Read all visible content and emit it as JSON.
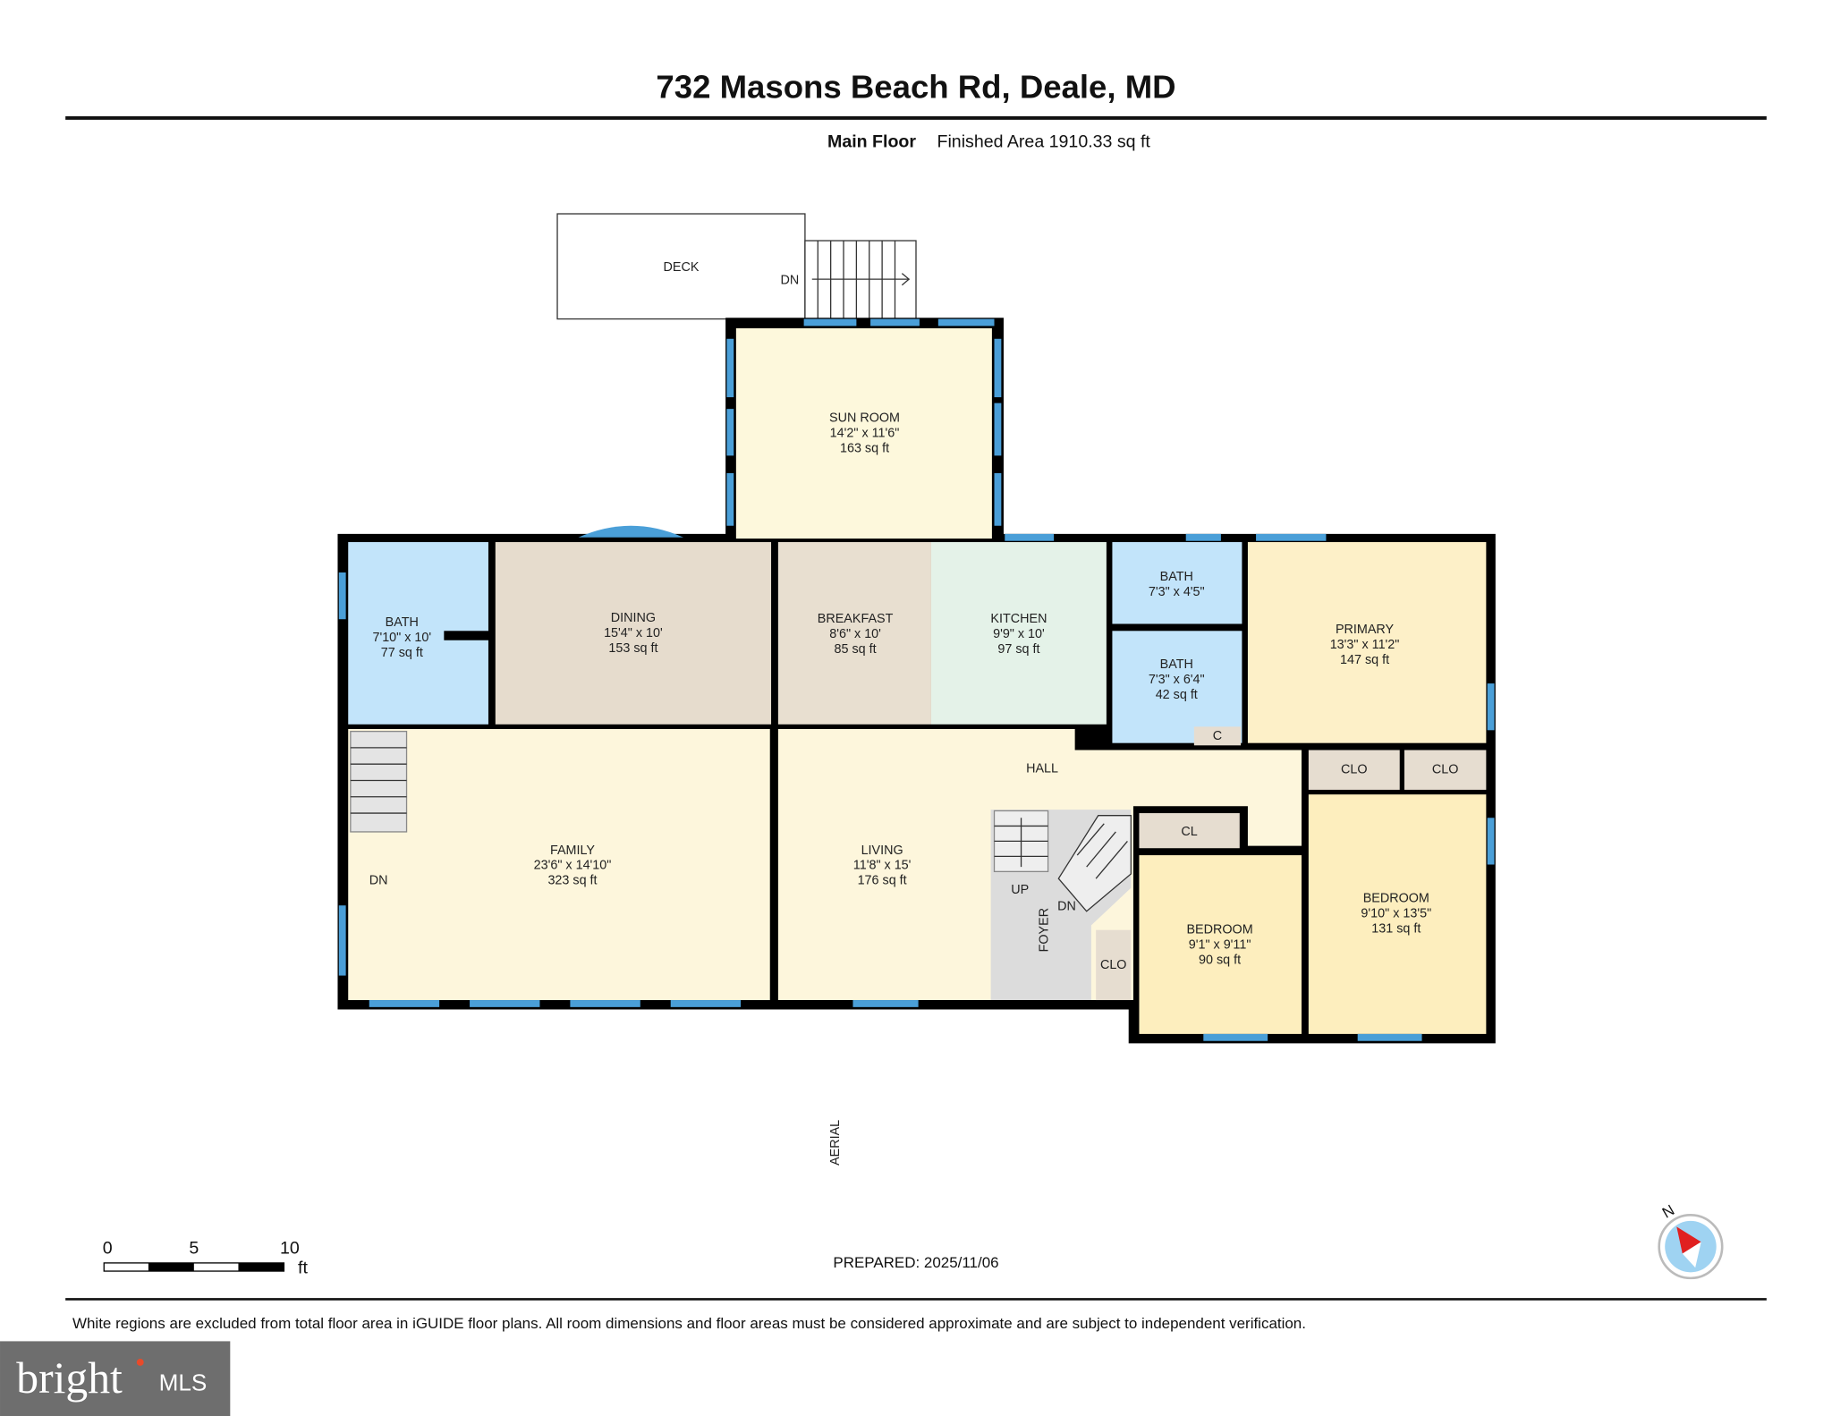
{
  "header": {
    "title": "732 Masons Beach Rd, Deale, MD",
    "floor": "Main Floor",
    "finished_area": "Finished Area 1910.33 sq ft"
  },
  "rooms": {
    "deck": {
      "name": "DECK",
      "stair_label": "DN"
    },
    "sunroom": {
      "name": "SUN ROOM",
      "dims": "14'2\" x 11'6\"",
      "area": "163 sq ft"
    },
    "bath1": {
      "name": "BATH",
      "dims": "7'10\" x 10'",
      "area": "77 sq ft"
    },
    "dining": {
      "name": "DINING",
      "dims": "15'4\" x 10'",
      "area": "153 sq ft"
    },
    "breakfast": {
      "name": "BREAKFAST",
      "dims": "8'6\" x 10'",
      "area": "85 sq ft"
    },
    "kitchen": {
      "name": "KITCHEN",
      "dims": "9'9\" x 10'",
      "area": "97 sq ft"
    },
    "bath2": {
      "name": "BATH",
      "dims": "7'3\" x 4'5\""
    },
    "bath3": {
      "name": "BATH",
      "dims": "7'3\" x 6'4\"",
      "area": "42 sq ft"
    },
    "primary": {
      "name": "PRIMARY",
      "dims": "13'3\" x 11'2\"",
      "area": "147 sq ft"
    },
    "family": {
      "name": "FAMILY",
      "dims": "23'6\" x 14'10\"",
      "area": "323 sq ft",
      "stair_label": "DN"
    },
    "living": {
      "name": "LIVING",
      "dims": "11'8\" x 15'",
      "area": "176 sq ft"
    },
    "hall": {
      "name": "HALL"
    },
    "foyer": {
      "name": "FOYER",
      "up": "UP",
      "dn": "DN"
    },
    "c": {
      "name": "C"
    },
    "clo1": {
      "name": "CLO"
    },
    "clo2": {
      "name": "CLO"
    },
    "clo3": {
      "name": "CLO"
    },
    "cl": {
      "name": "CL"
    },
    "bedroom1": {
      "name": "BEDROOM",
      "dims": "9'1\" x 9'11\"",
      "area": "90 sq ft"
    },
    "bedroom2": {
      "name": "BEDROOM",
      "dims": "9'10\" x 13'5\"",
      "area": "131 sq ft"
    }
  },
  "aerial_label": "AERIAL",
  "scale": {
    "ticks": [
      "0",
      "5",
      "10"
    ],
    "unit": "ft"
  },
  "prepared": "PREPARED: 2025/11/06",
  "compass": {
    "label": "N"
  },
  "disclaimer": "White regions are excluded from total floor area in iGUIDE floor plans. All room dimensions and floor areas must be considered approximate and are subject to independent verification.",
  "logo": {
    "text": "bright",
    "suffix": "MLS"
  },
  "colors": {
    "bath": "#c2e4fa",
    "dining": "#e6dccd",
    "kitchen": "#e4f2e8",
    "family": "#fdf6dc",
    "bedroom": "#fdeebe",
    "closet": "#e6ddd0",
    "foyer": "#dcdcdc",
    "window": "#4a9fd8",
    "wall": "#000000"
  }
}
